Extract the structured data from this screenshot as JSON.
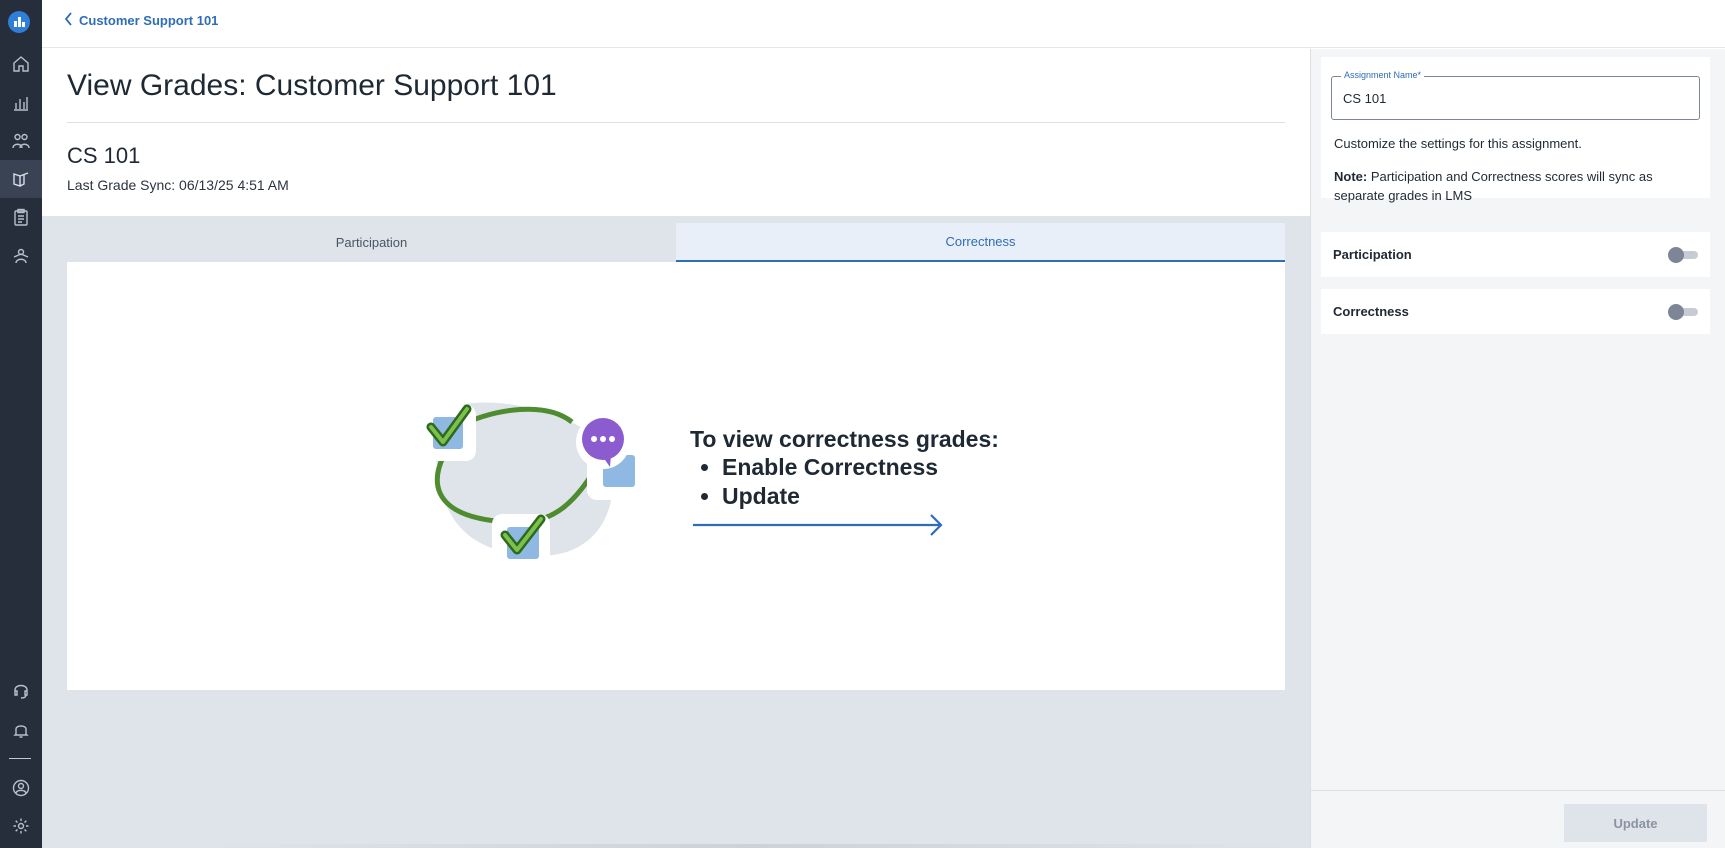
{
  "nav": {
    "back_label": "Customer Support 101",
    "items": [
      "home-icon",
      "analytics-icon",
      "people-icon",
      "courseware-icon",
      "assignments-icon",
      "instructors-icon",
      "support-icon",
      "notifications-icon",
      "account-icon",
      "settings-icon"
    ]
  },
  "page": {
    "title": "View Grades: Customer Support 101",
    "assignment_title": "CS 101",
    "last_sync": "Last Grade Sync: 06/13/25 4:51 AM"
  },
  "tabs": [
    {
      "label": "Participation",
      "active": false
    },
    {
      "label": "Correctness",
      "active": true
    }
  ],
  "empty_state": {
    "heading": "To view correctness grades:",
    "steps": [
      "Enable Correctness",
      "Update"
    ]
  },
  "sidebar": {
    "assignment_name_label": "Assignment Name*",
    "assignment_name_value": "CS 101",
    "description": "Customize the settings for this assignment.",
    "note_label": "Note:",
    "note_text": " Participation and Correctness scores will sync as separate grades in LMS",
    "toggles": [
      {
        "label": "Participation",
        "on": false
      },
      {
        "label": "Correctness",
        "on": false
      }
    ],
    "update_label": "Update"
  },
  "colors": {
    "accent": "#2f6db7",
    "rail": "#262d3b",
    "check_green": "#4e8c2f",
    "chat_purple": "#8a5cd0"
  }
}
